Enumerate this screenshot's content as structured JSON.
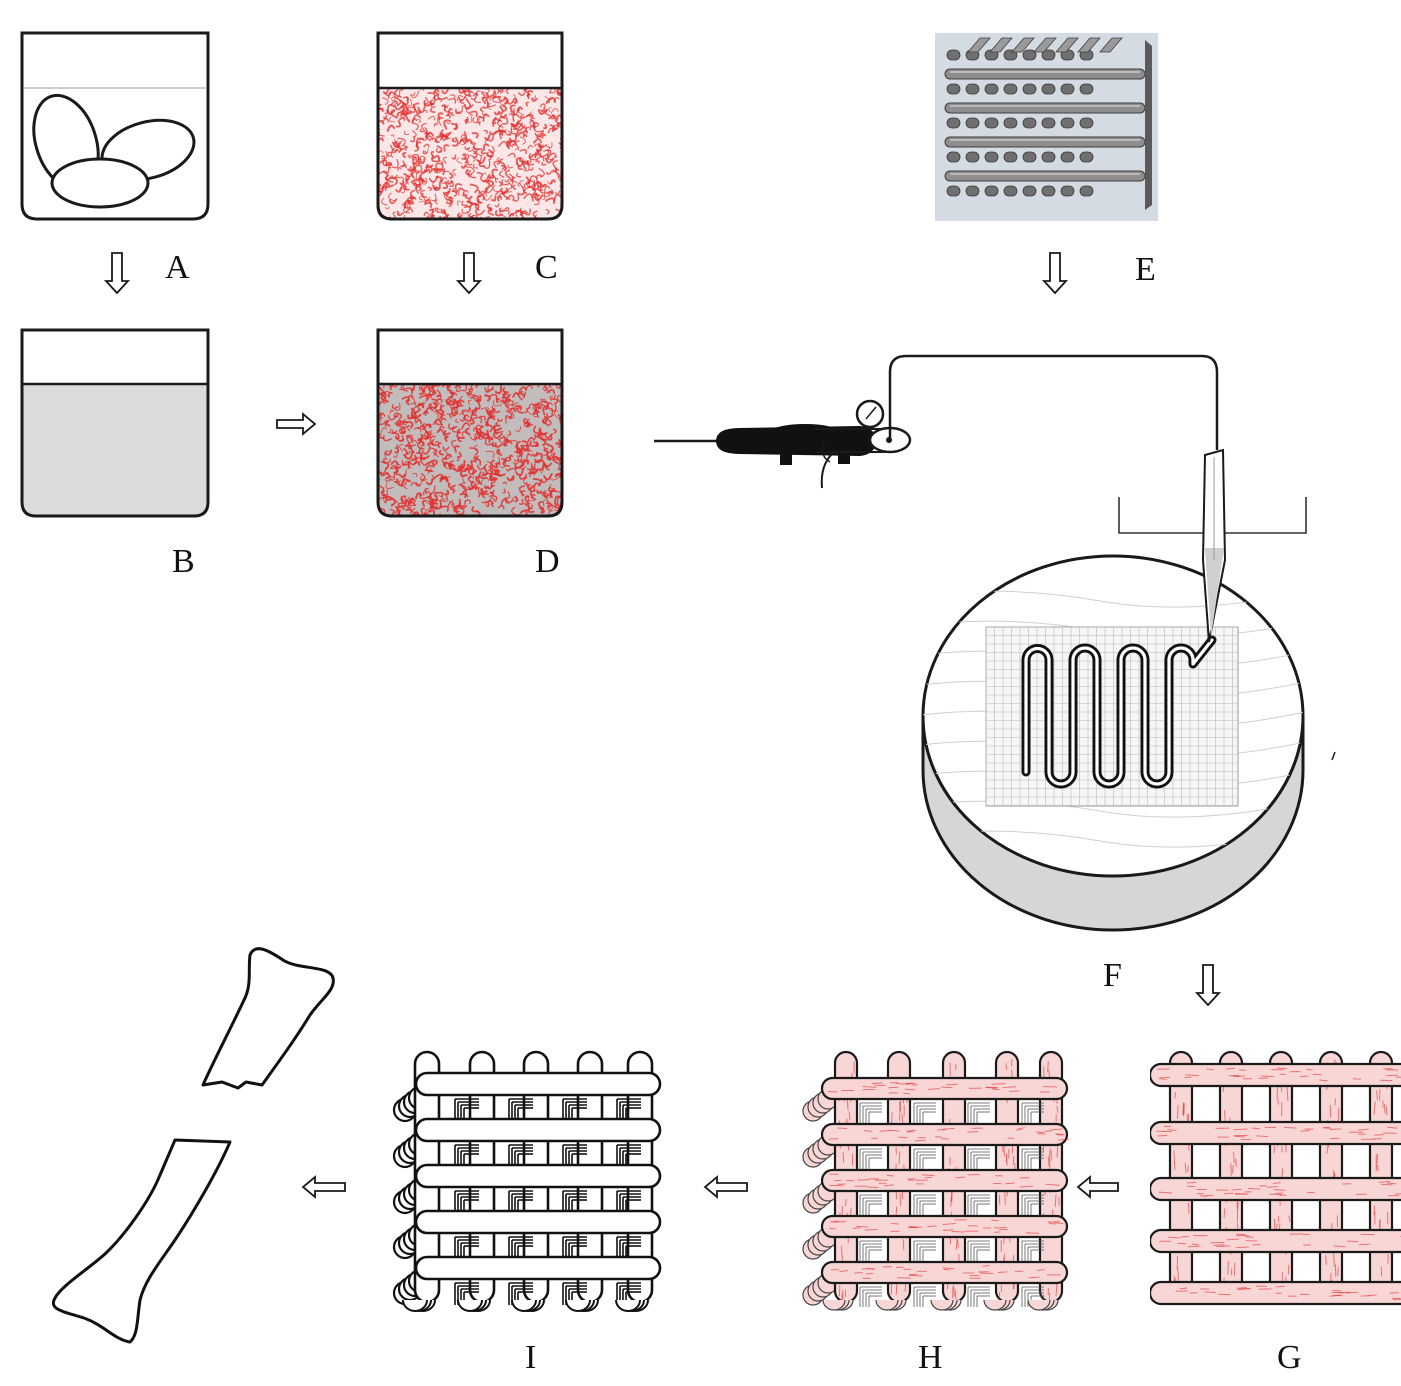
{
  "labels": {
    "a": "A",
    "b": "B",
    "c": "C",
    "d": "D",
    "e": "E",
    "f": "F",
    "g": "G",
    "h": "H",
    "i": "I"
  },
  "colors": {
    "outline": "#1a1a1a",
    "grey_solution": "#d9dcd8",
    "grey_cell_mix": "#c3bcbc",
    "red_cells": "#e0302f",
    "pink_fill": "#f8d6d6",
    "cad_grey": "#8a8a8a",
    "plate_side": "#d6d6d6"
  },
  "icons": [
    "beaker-icon",
    "arrow-down-icon",
    "arrow-right-icon",
    "arrow-left-icon",
    "extruder-icon",
    "bone-icon",
    "scaffold-icon"
  ]
}
